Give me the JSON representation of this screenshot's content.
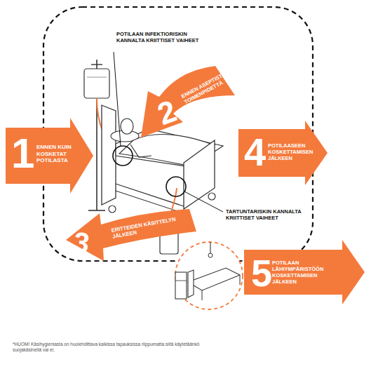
{
  "diagram": {
    "nodes": [
      {
        "text": [
          "1",
          "ENNEN KUIN KOSKETAT POTILASTA"
        ]
      },
      {
        "text": [
          "2",
          "ENNEN ASEPTISTA TOIMENPIDETTÄ"
        ]
      },
      {
        "text": [
          "3",
          "ERITTEIDEN KÄSITTELYN JÄLKEEN"
        ]
      },
      {
        "text": [
          "4",
          "POTILAASEEN KOSKETTAMISEN JÄLKEEN"
        ]
      },
      {
        "text": [
          "5",
          "POTILAAN LÄHIYMPÄRISTÖÖN KOSKETTAMISEN JÄLKEEN"
        ]
      }
    ],
    "labels": [
      "POTILAAN INFEKTIORISKIN KANNALTA KRIITTISET VAIHEET",
      "TARTUNTARISKIN KANNALTA KRIITTISET VAIHEET",
      "*HUOM! Käsihygieniasta on huolehdittava kaikissa tapauksissa riippumatta siitä käytetäänkö suojakäsineitä vai ei."
    ]
  }
}
